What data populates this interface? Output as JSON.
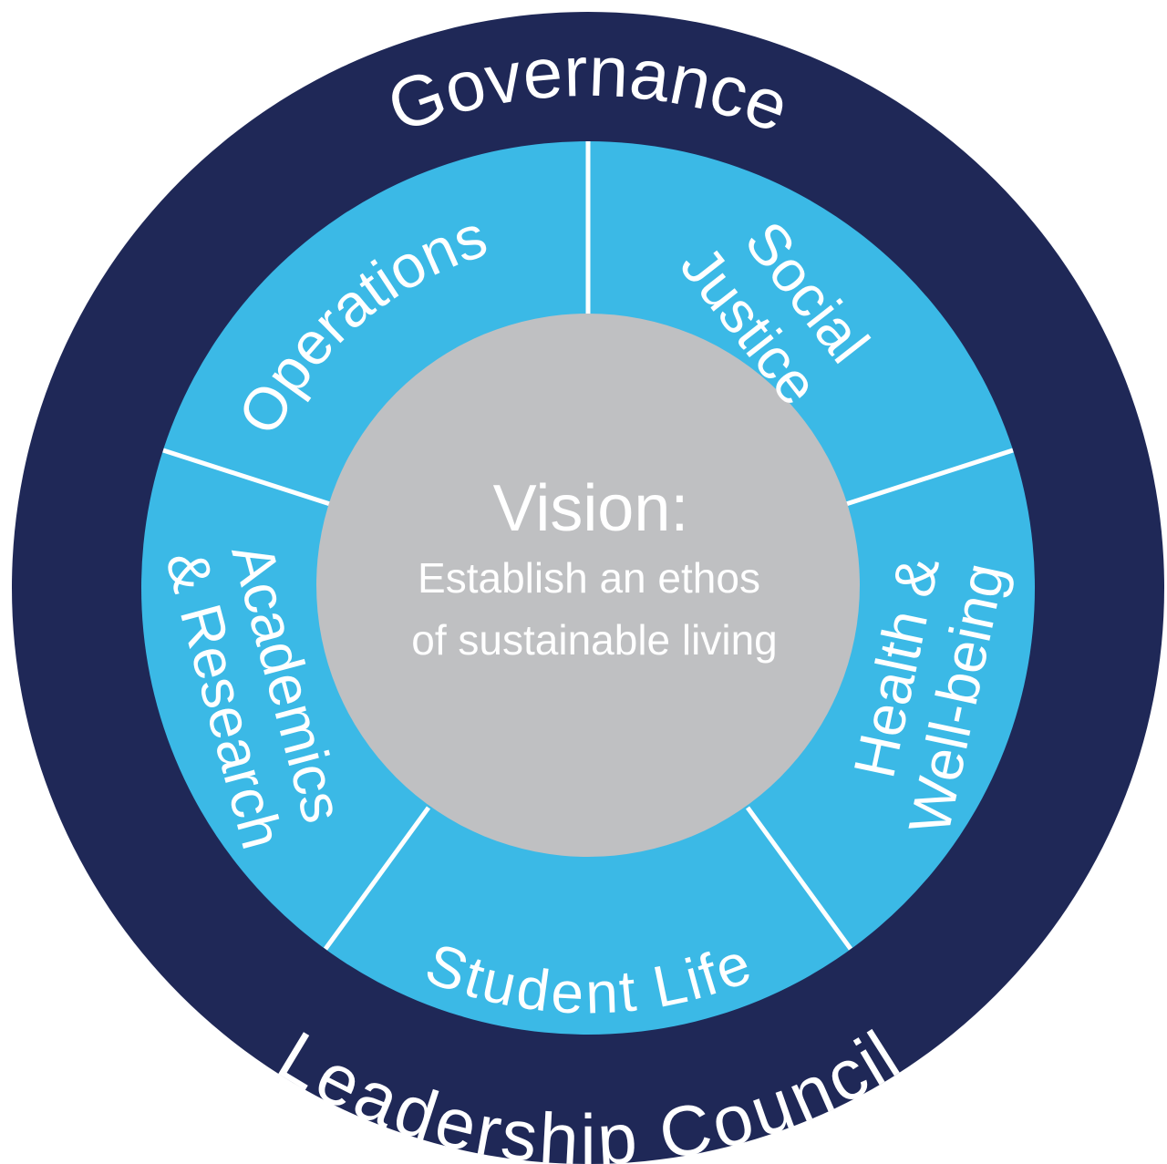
{
  "diagram": {
    "colors": {
      "outer_ring": "#1f2857",
      "middle_ring": "#3bb9e6",
      "center": "#bfc0c2",
      "text": "#ffffff",
      "divider": "#ffffff"
    },
    "outer_ring": {
      "top_label": "Governance",
      "bottom_label": "Leadership Council"
    },
    "segments": [
      {
        "id": "operations",
        "lines": [
          "Operations"
        ]
      },
      {
        "id": "social-justice",
        "lines": [
          "Social",
          "Justice"
        ]
      },
      {
        "id": "health-well-being",
        "lines": [
          "Health &",
          "Well-being"
        ]
      },
      {
        "id": "student-life",
        "lines": [
          "Student Life"
        ]
      },
      {
        "id": "academics-research",
        "lines": [
          "Academics",
          "& Research"
        ]
      }
    ],
    "center": {
      "title": "Vision:",
      "line1": "Establish an ethos",
      "line2": "of sustainable living"
    }
  }
}
